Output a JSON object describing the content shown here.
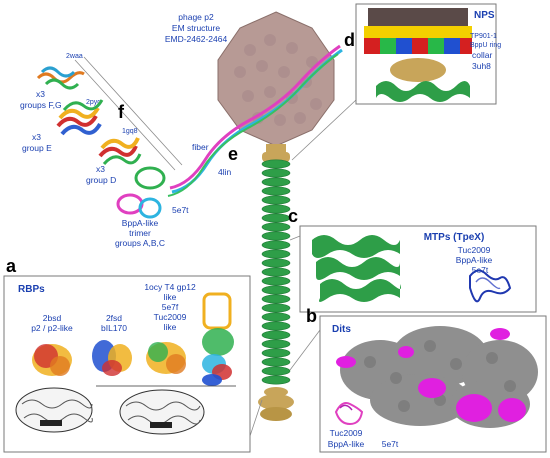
{
  "header": {
    "line1": "phage p2",
    "line2": "EM structure",
    "line3": "EMD-2462-2464"
  },
  "labels": {
    "fiber": "fiber",
    "fiber_pdb": "4lin"
  },
  "panels": {
    "a": {
      "letter": "a",
      "title": "RBPs",
      "col1_line1": "2bsd",
      "col1_line2": "p2 / p2-like",
      "col2_line1": "2fsd",
      "col2_line2": "bIL170",
      "col3_line1": "1ocy T4 gp12",
      "col3_line2": "like",
      "col3_line3": "5e7f",
      "col3_line4": "Tuc2009",
      "col3_line5": "like"
    },
    "b": {
      "letter": "b",
      "title": "Dits",
      "label_line1": "Tuc2009",
      "label_line2": "BppA-like",
      "label_pdb": "5e7t"
    },
    "c": {
      "letter": "c",
      "title": "MTPs (TpeX)",
      "line1": "Tuc2009",
      "line2": "BppA-like",
      "line3": "5e7t"
    },
    "d": {
      "letter": "d",
      "title": "NPS",
      "line1": "TP901-1",
      "line2": "BppU ring",
      "line3": "collar",
      "line4": "3uh8"
    },
    "e": {
      "letter": "e"
    },
    "f": {
      "letter": "f",
      "g1_pdb": "2waa",
      "g1_line1": "x3",
      "g1_line2": "groups F,G",
      "g2_pdb": "2pyg",
      "g2_line1": "x3",
      "g2_line2": "group E",
      "g3_pdb": "1gq8",
      "g3_line1": "x3",
      "g3_line2": "group D",
      "g4_pdb": "5e7t",
      "g4_line1": "BppA-like",
      "g4_line2": "trimer",
      "g4_line3": "groups A,B,C"
    }
  },
  "colors": {
    "capsid": "#b79a95",
    "tail": "#2e9e48",
    "baseplate": "#c8a55a",
    "dit_gray": "#8f8f8f",
    "dit_magenta": "#e020e0",
    "label_blue": "#1a3fb0"
  }
}
